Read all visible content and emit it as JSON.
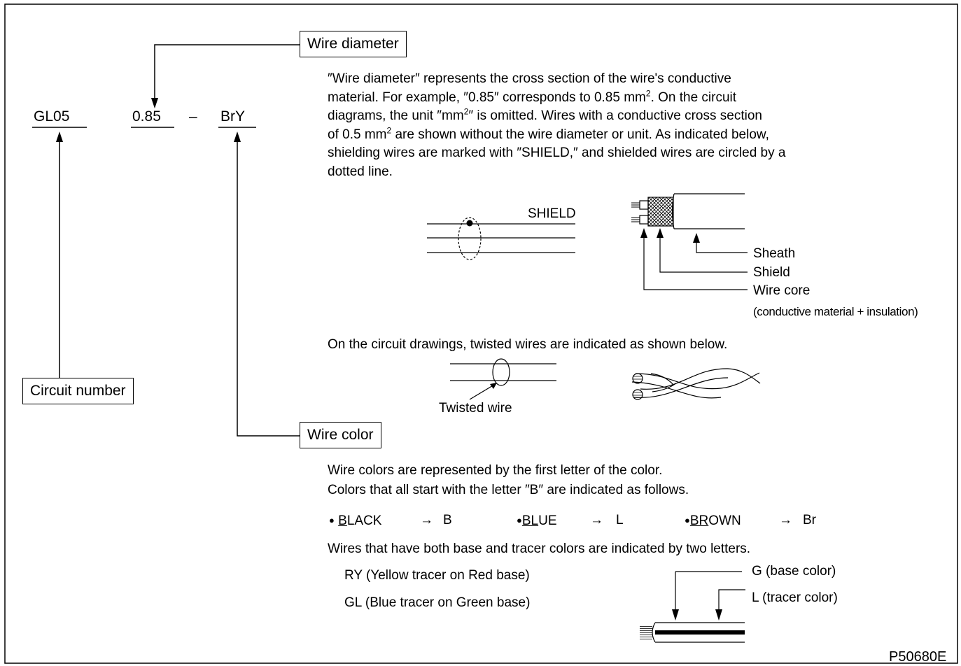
{
  "code_parts": {
    "circuit_number": "GL05",
    "wire_diameter": "0.85",
    "dash": "–",
    "wire_color": "BrY"
  },
  "labels": {
    "wire_diameter_box": "Wire diameter",
    "circuit_number_box": "Circuit number",
    "wire_color_box": "Wire color"
  },
  "diameter_text": {
    "line1": "″Wire diameter″ represents the cross section of the wire's conductive",
    "line2a": "material.  For example, ″0.85″ corresponds to 0.85 mm",
    "line2b": ".  On the circuit",
    "line3a": "diagrams, the unit ″mm",
    "line3b": "″ is omitted.  Wires with a conductive cross section",
    "line4a": "of 0.5 mm",
    "line4b": " are shown without the wire diameter or unit.  As indicated below,",
    "line5": "shielding wires are marked with ″SHIELD,″ and shielded wires are circled by a",
    "line6": "dotted line.",
    "sup": "2"
  },
  "shield_figure": {
    "shield_label": "SHIELD",
    "sheath": "Sheath",
    "shield": "Shield",
    "wire_core": "Wire core",
    "wire_core_note": "(conductive material + insulation)"
  },
  "twisted": {
    "intro": "On the circuit drawings, twisted wires are indicated as shown below.",
    "label": "Twisted wire"
  },
  "color_text": {
    "line1": "Wire colors are represented by the first letter of the color.",
    "line2": "Colors that all start with the letter ″B″ are indicated as follows.",
    "black_initial": "B",
    "black_rest": "LACK",
    "black_code": "B",
    "blue_initial": "BL",
    "blue_rest": "UE",
    "blue_code": "L",
    "brown_initial": "BR",
    "brown_rest": "OWN",
    "brown_code": "Br",
    "bullet": "●",
    "arrow": "→",
    "two_letters": "Wires that have both base and tracer colors are indicated by two letters.",
    "example1": "RY (Yellow tracer on Red base)",
    "example2": "GL (Blue tracer on Green base)",
    "base_label": "G (base color)",
    "tracer_label": "L (tracer color)"
  },
  "figure_id": "P50680E"
}
